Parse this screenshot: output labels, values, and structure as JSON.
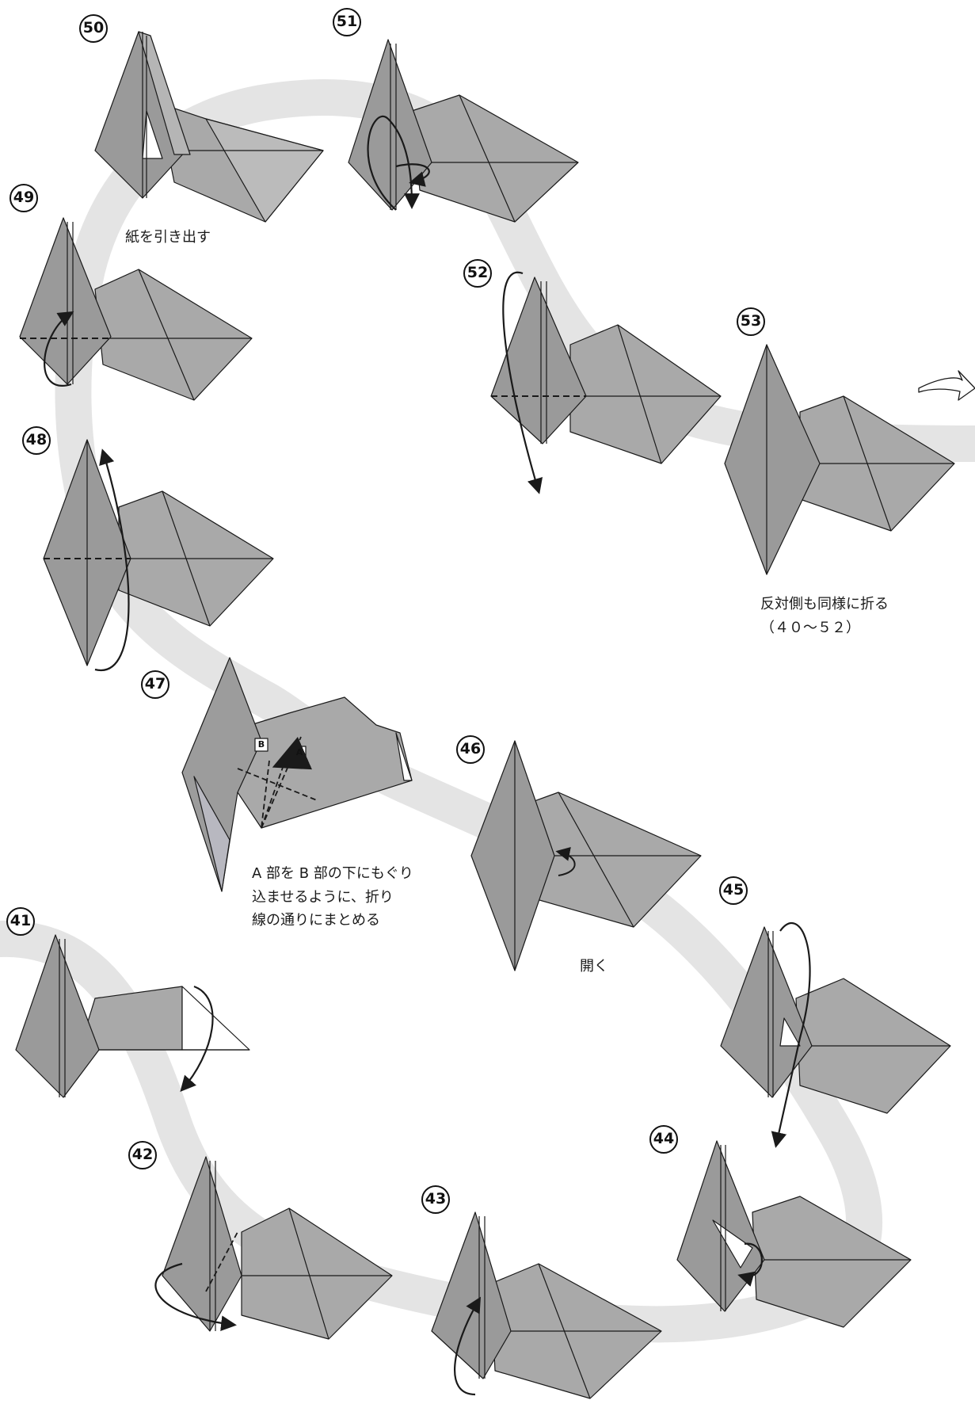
{
  "colors": {
    "paper_gray": "#a9a9a9",
    "paper_dark": "#8a8a8a",
    "paper_light": "#c4c4c4",
    "path_band": "#e4e4e4",
    "line": "#1a1a1a"
  },
  "steps": [
    {
      "num": "41"
    },
    {
      "num": "42"
    },
    {
      "num": "43"
    },
    {
      "num": "44"
    },
    {
      "num": "45"
    },
    {
      "num": "46"
    },
    {
      "num": "47"
    },
    {
      "num": "48"
    },
    {
      "num": "49"
    },
    {
      "num": "50"
    },
    {
      "num": "51"
    },
    {
      "num": "52"
    },
    {
      "num": "53"
    }
  ],
  "captions": {
    "pull_out": "紙を引き出す",
    "fold_other_side_1": "反対側も同様に折る",
    "fold_other_side_2": "（４０〜５２）",
    "tuck_1": "A 部を B 部の下にもぐり",
    "tuck_2": "込ませるように、折り",
    "tuck_3": "線の通りにまとめる",
    "open": "開く"
  },
  "labels": {
    "a": "A",
    "b": "B"
  }
}
